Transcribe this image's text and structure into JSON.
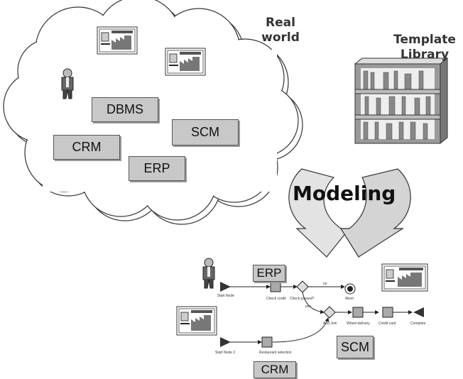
{
  "cloud": {
    "title_line1": "Real",
    "title_line2": "world",
    "boxes": {
      "dbms": "DBMS",
      "scm": "SCM",
      "crm": "CRM",
      "erp": "ERP"
    }
  },
  "library": {
    "title_line1": "Template",
    "title_line2": "Library"
  },
  "modeling": {
    "label": "Modeling"
  },
  "process": {
    "tags": {
      "erp": "ERP",
      "scm": "SCM",
      "crm": "CRM"
    },
    "nodes": {
      "start_node": "Start Node",
      "check_credit": "Check credit",
      "check_passed": "Check passed?",
      "abort": "Abort",
      "and_join": "And Join",
      "wheel_delivery": "Wheel delivery",
      "credit_card": "Credit card",
      "complete": "Complete",
      "start_node_2": "Start Node 2",
      "restaurant_selection": "Restaurant selection"
    },
    "edges": {
      "no": "no",
      "yes": "yes"
    }
  }
}
